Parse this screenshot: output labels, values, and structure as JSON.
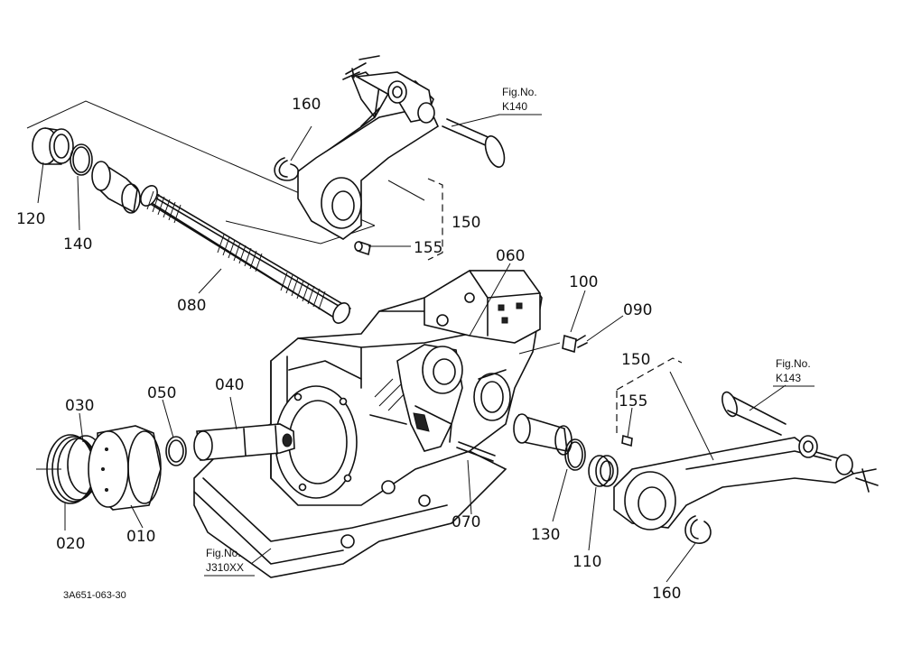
{
  "callouts": {
    "p160_top": "160",
    "p120": "120",
    "p140": "140",
    "p150_top": "150",
    "p155_top": "155",
    "p080": "080",
    "p060": "060",
    "p100": "100",
    "p090": "090",
    "p150_right": "150",
    "p155_right": "155",
    "p030": "030",
    "p050": "050",
    "p040": "040",
    "p020": "020",
    "p010": "010",
    "p070": "070",
    "p130": "130",
    "p110": "110",
    "p160_bottom": "160"
  },
  "figure_refs": {
    "top": {
      "prefix": "Fig.No.",
      "number": "K140"
    },
    "right": {
      "prefix": "Fig.No.",
      "number": "K143"
    },
    "bottom": {
      "prefix": "Fig.No.",
      "number": "J310XX"
    }
  },
  "drawing_code": "3A651-063-30"
}
